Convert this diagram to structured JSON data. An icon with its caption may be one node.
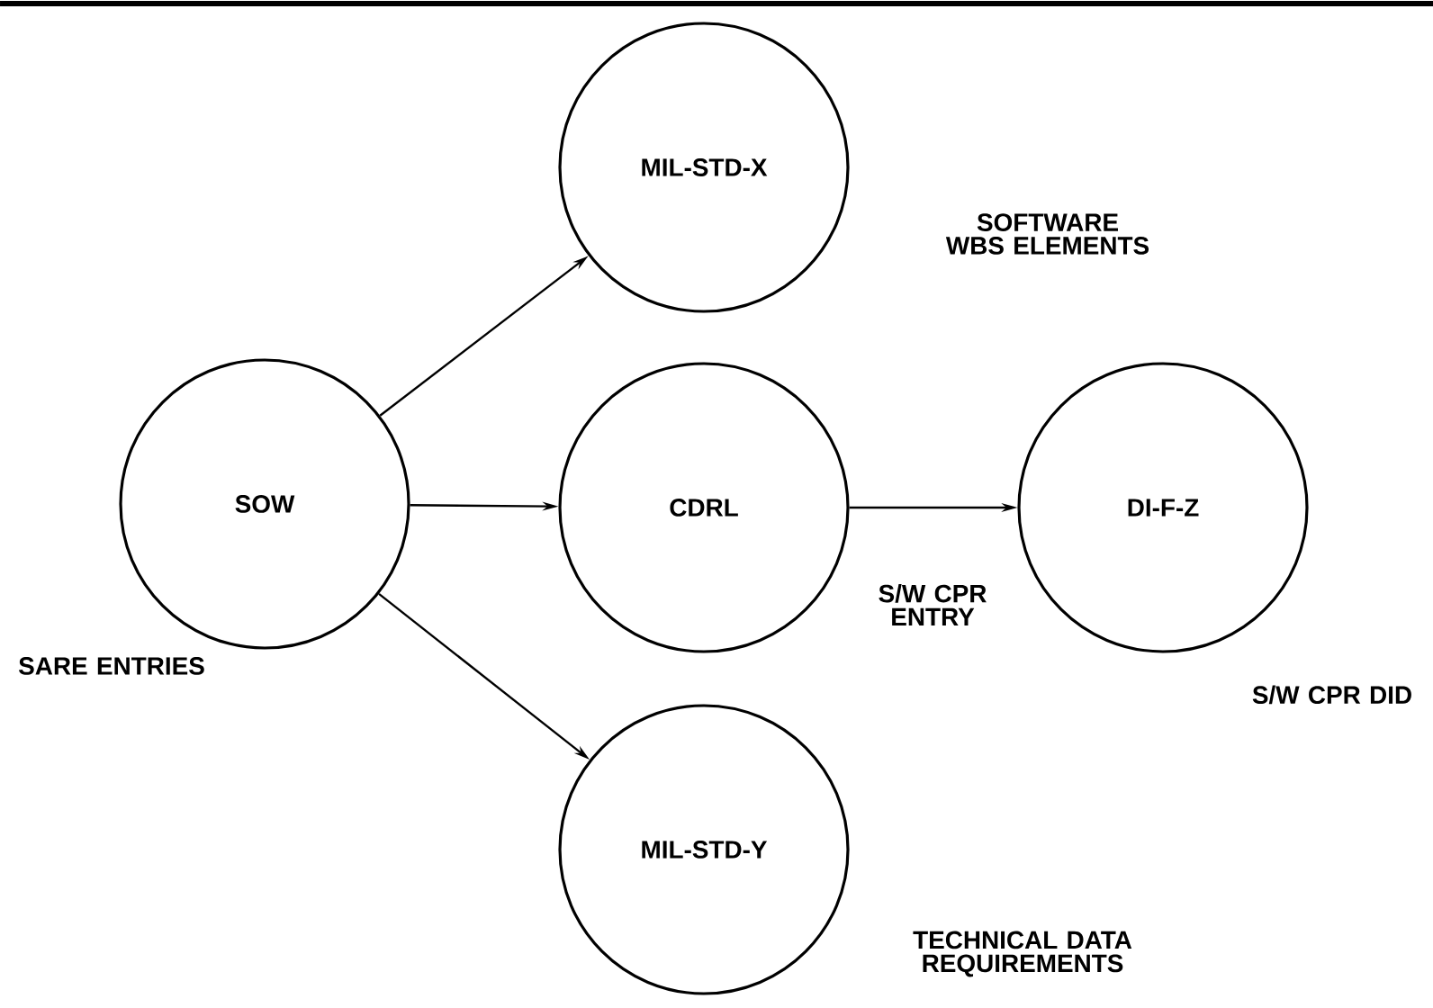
{
  "diagram": {
    "nodes": [
      {
        "text": [
          "SOW"
        ],
        "beside": [
          "SARE ENTRIES"
        ]
      },
      {
        "text": [
          "MIL-STD-X"
        ],
        "beside": [
          "SOFTWARE WBS ELEMENTS"
        ]
      },
      {
        "text": [
          "CDRL"
        ],
        "beside": [
          "S/W CPR ENTRY"
        ]
      },
      {
        "text": [
          "DI-F-Z"
        ],
        "beside": [
          "S/W CPR DID"
        ]
      },
      {
        "text": [
          "MIL-STD-Y"
        ],
        "beside": [
          "TECHNICAL DATA REQUIREMENTS"
        ]
      }
    ],
    "edges": [
      {
        "from": 0,
        "to": 1,
        "arrow": "to"
      },
      {
        "from": 0,
        "to": 2,
        "arrow": "to"
      },
      {
        "from": 0,
        "to": 4,
        "arrow": "to"
      },
      {
        "from": 2,
        "to": 3,
        "arrow": "to"
      }
    ]
  }
}
